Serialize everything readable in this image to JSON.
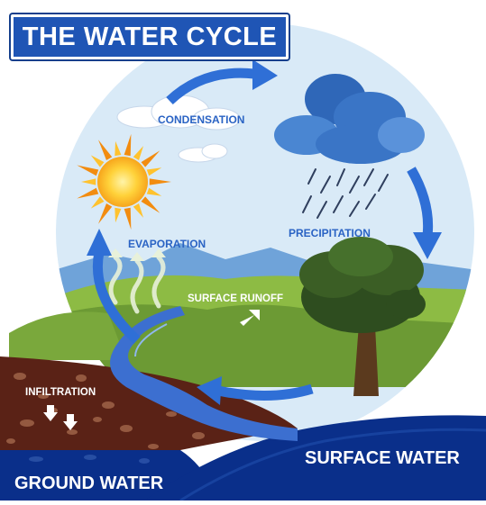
{
  "title": "THE WATER CYCLE",
  "labels": {
    "condensation": "CONDENSATION",
    "precipitation": "PRECIPITATION",
    "evaporation": "EVAPORATION",
    "surface_runoff": "SURFACE RUNOFF",
    "infiltration": "INFILTRATION",
    "surface_water": "SURFACE WATER",
    "ground_water": "GROUND WATER"
  },
  "colors": {
    "title_bg": "#1f55b5",
    "sky": "#d9eaf7",
    "arrow": "#2f6fd6",
    "label_blue": "#2a63c4",
    "surface_water": "#0a2f8a",
    "ground_soil": "#5a2216",
    "grass": "#6c9a34",
    "tree": "#2e4d1f",
    "sun": "#f7a51c"
  },
  "icons": [
    "sun-icon",
    "cloud-icon",
    "rain-cloud-icon",
    "tree-icon",
    "cycle-arrow-icon"
  ]
}
